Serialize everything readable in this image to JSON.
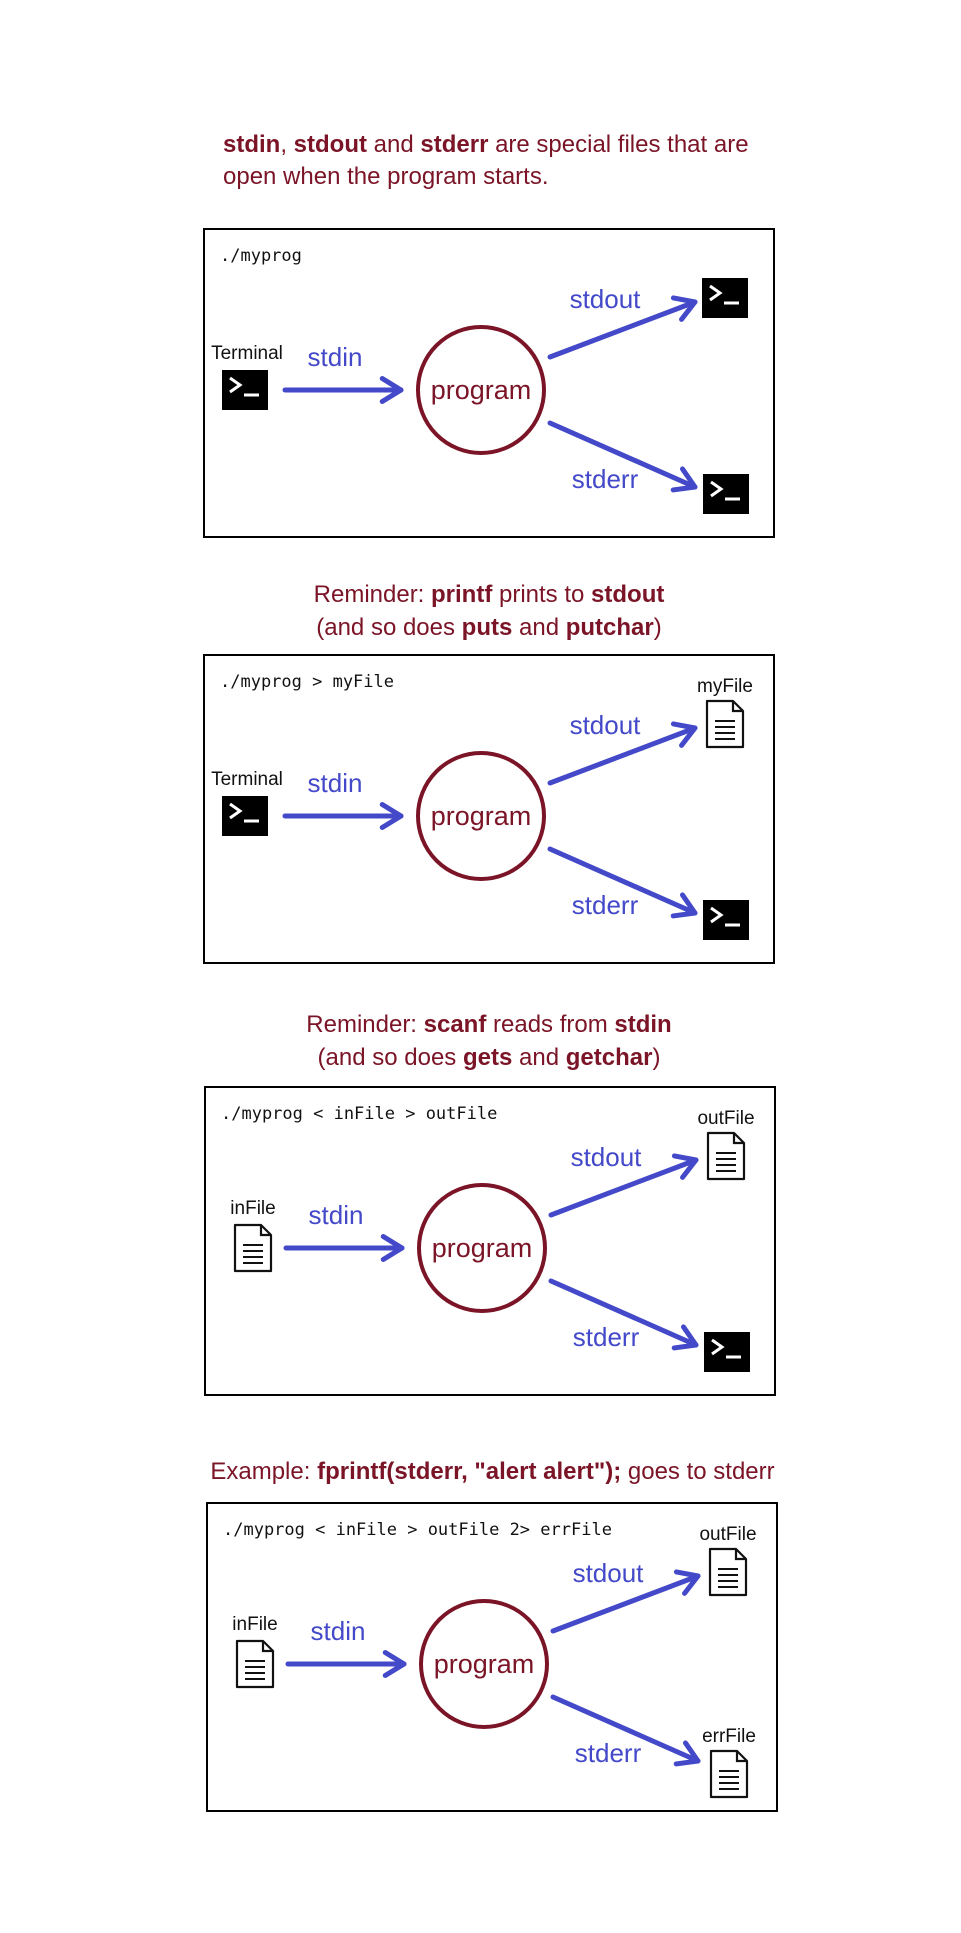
{
  "colors": {
    "accent_text": "#7a1426",
    "arrow": "#4349c8",
    "program_circle": "#7a1426",
    "terminal_bg": "#000000"
  },
  "captions": {
    "intro_1": {
      "b1": "stdin",
      "t1": ", ",
      "b2": "stdout",
      "t2": " and ",
      "b3": "stderr",
      "t3": " are special files that are"
    },
    "intro_2": "open when the program starts.",
    "reminder_printf_1": {
      "t1": "Reminder: ",
      "b1": "printf",
      "t2": " prints to ",
      "b2": "stdout"
    },
    "reminder_printf_2": {
      "t1": "(and so does ",
      "b1": "puts",
      "t2": " and ",
      "b2": "putchar",
      "t3": ")"
    },
    "reminder_scanf_1": {
      "t1": "Reminder: ",
      "b1": "scanf",
      "t2": " reads from ",
      "b2": "stdin"
    },
    "reminder_scanf_2": {
      "t1": "(and so does ",
      "b1": "gets",
      "t2": " and ",
      "b2": "getchar",
      "t3": ")"
    },
    "example": {
      "t1": "Example: ",
      "b1": "fprintf(stderr, \"alert alert\");",
      "t2": " goes to stderr"
    }
  },
  "panels": [
    {
      "command": "./myprog",
      "input": {
        "kind": "terminal",
        "label": "Terminal",
        "icon": "terminal-icon"
      },
      "stdout_target": {
        "kind": "terminal",
        "label": "",
        "icon": "terminal-icon"
      },
      "stderr_target": {
        "kind": "terminal",
        "label": "",
        "icon": "terminal-icon"
      },
      "stdin_label": "stdin",
      "stdout_label": "stdout",
      "stderr_label": "stderr",
      "program_label": "program"
    },
    {
      "command": "./myprog > myFile",
      "input": {
        "kind": "terminal",
        "label": "Terminal",
        "icon": "terminal-icon"
      },
      "stdout_target": {
        "kind": "file",
        "label": "myFile",
        "icon": "document-icon"
      },
      "stderr_target": {
        "kind": "terminal",
        "label": "",
        "icon": "terminal-icon"
      },
      "stdin_label": "stdin",
      "stdout_label": "stdout",
      "stderr_label": "stderr",
      "program_label": "program"
    },
    {
      "command": "./myprog < inFile > outFile",
      "input": {
        "kind": "file",
        "label": "inFile",
        "icon": "document-icon"
      },
      "stdout_target": {
        "kind": "file",
        "label": "outFile",
        "icon": "document-icon"
      },
      "stderr_target": {
        "kind": "terminal",
        "label": "",
        "icon": "terminal-icon"
      },
      "stdin_label": "stdin",
      "stdout_label": "stdout",
      "stderr_label": "stderr",
      "program_label": "program"
    },
    {
      "command": "./myprog < inFile > outFile  2> errFile",
      "input": {
        "kind": "file",
        "label": "inFile",
        "icon": "document-icon"
      },
      "stdout_target": {
        "kind": "file",
        "label": "outFile",
        "icon": "document-icon"
      },
      "stderr_target": {
        "kind": "file",
        "label": "errFile",
        "icon": "document-icon"
      },
      "stdin_label": "stdin",
      "stdout_label": "stdout",
      "stderr_label": "stderr",
      "program_label": "program"
    }
  ]
}
